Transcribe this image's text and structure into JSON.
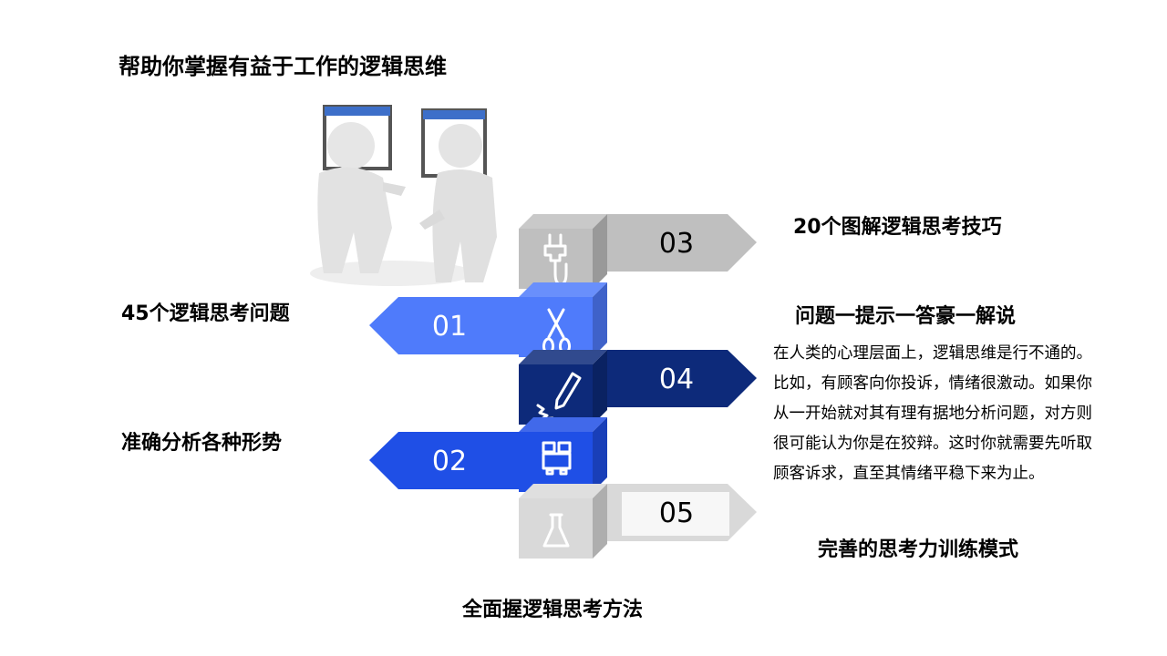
{
  "title": "帮助你掌握有益于工作的逻辑思维",
  "items": [
    {
      "num": "01",
      "label": "45个逻辑思考问题",
      "icon": "scissors-icon",
      "color": "#4f7bfb"
    },
    {
      "num": "02",
      "label": "准确分析各种形势",
      "icon": "binoculars-icon",
      "color": "#1f4fe6"
    },
    {
      "num": "03",
      "label": "20个图解逻辑思考技巧",
      "icon": "plug-icon",
      "color": "#bfbfbf"
    },
    {
      "num": "04",
      "label": "问题一提示一答豪一解说",
      "icon": "pen-signature-icon",
      "color": "#0d2a7a"
    },
    {
      "num": "05",
      "label": "完善的思考力训练模式",
      "icon": "flask-icon",
      "color": "#d9d9d9"
    }
  ],
  "paragraph_lines": [
    "在人类的心理层面上，逻辑思维是行不通的。",
    "比如，有顾客向你投诉，情绪很激动。如果你",
    "从一开始就对其有理有据地分析问题，对方则",
    "很可能认为你是在狡辩。这时你就需要先听取",
    "顾客诉求，直至其情绪平稳下来为止。"
  ],
  "footer": "全面握逻辑思考方法"
}
